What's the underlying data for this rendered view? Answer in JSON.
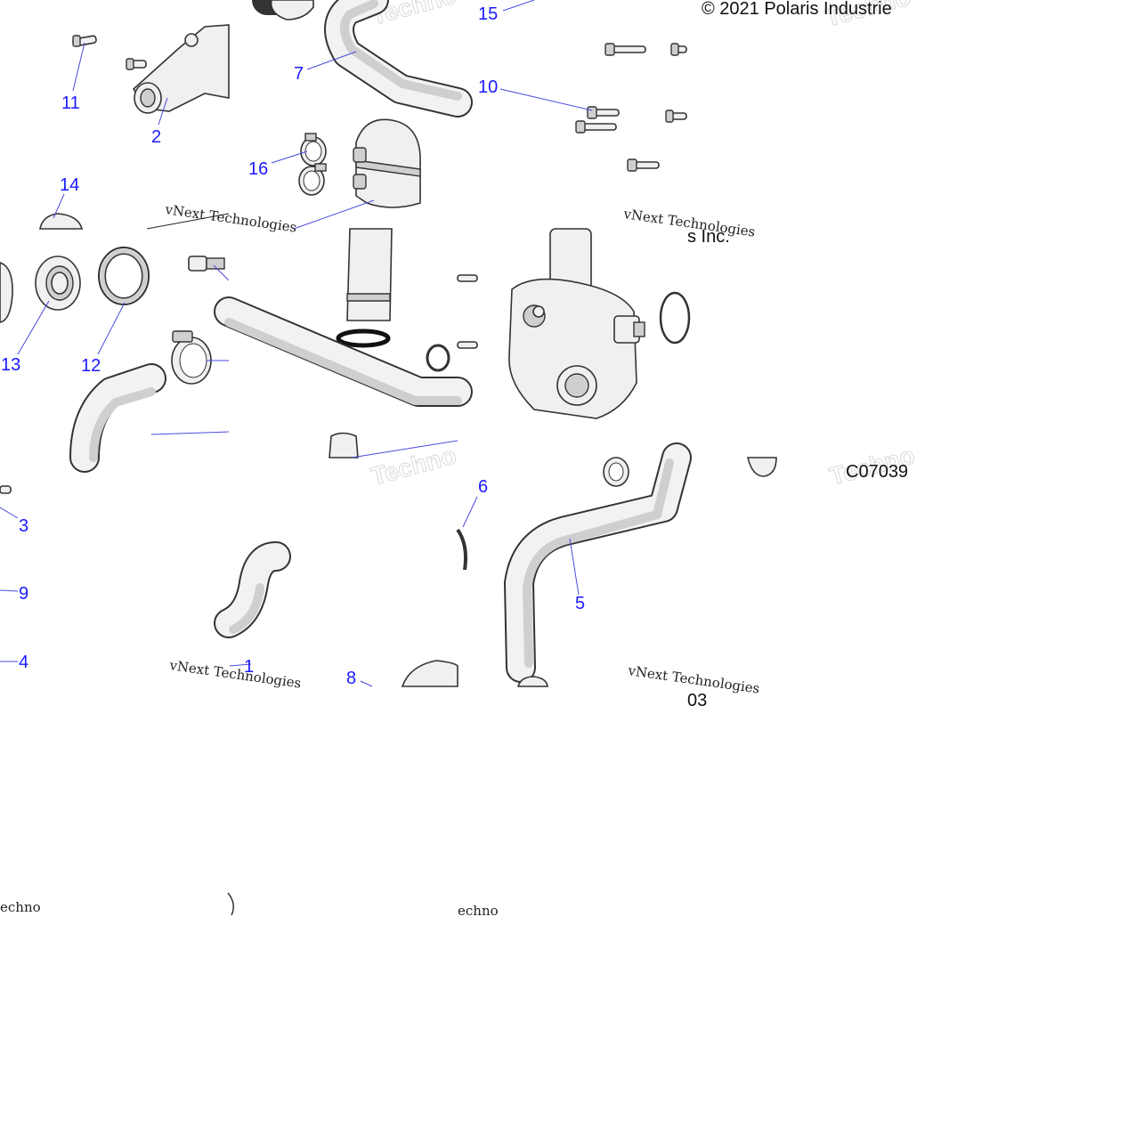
{
  "diagram": {
    "copyright": "© 2021 Polaris Industrie",
    "copyright_fragment": "s Inc.",
    "figure_code": "C07039",
    "figure_code_fragment": "03",
    "watermark_brand": "vNext Technologies",
    "watermark_word": "Techno",
    "callouts": [
      "1",
      "2",
      "3",
      "4",
      "5",
      "6",
      "7",
      "8",
      "9",
      "10",
      "11",
      "12",
      "13",
      "14",
      "15",
      "16"
    ]
  }
}
